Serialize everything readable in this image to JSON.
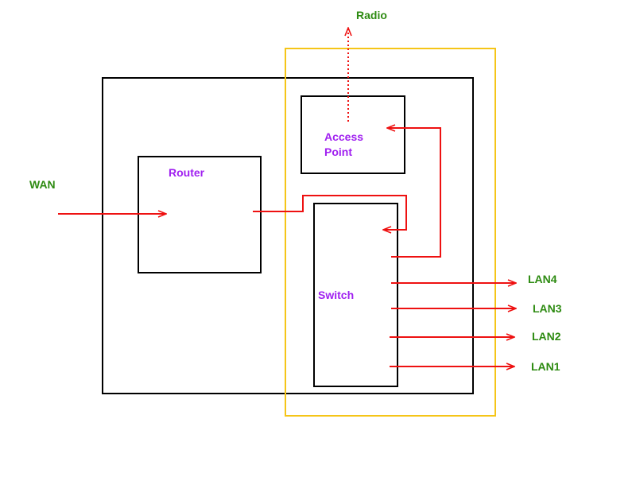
{
  "colors": {
    "box_stroke": "#000000",
    "highlight_stroke": "#f5c518",
    "arrow": "#ee1111",
    "external_label": "#2e8b12",
    "component_label": "#a020f0"
  },
  "labels": {
    "wan": "WAN",
    "radio": "Radio",
    "router": "Router",
    "access_point_line1": "Access",
    "access_point_line2": "Point",
    "switch": "Switch",
    "lan4": "LAN4",
    "lan3": "LAN3",
    "lan2": "LAN2",
    "lan1": "LAN1"
  }
}
